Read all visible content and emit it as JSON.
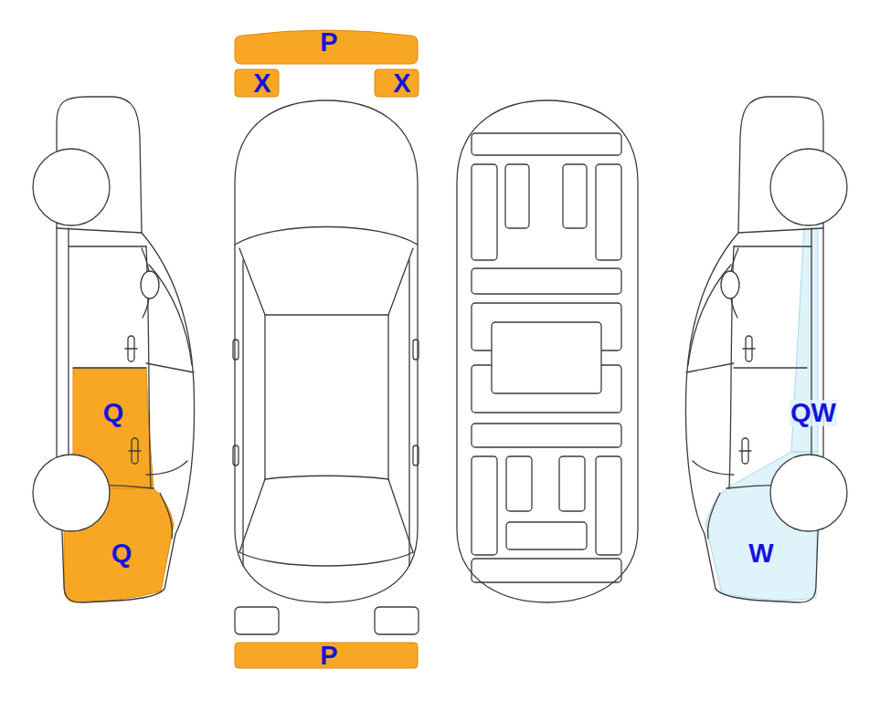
{
  "diagram": {
    "nodes": [
      {
        "text": [
          "P"
        ]
      },
      {
        "text": [
          "X"
        ]
      },
      {
        "text": [
          "X"
        ]
      },
      {
        "text": [
          "Q"
        ]
      },
      {
        "text": [
          "Q"
        ]
      },
      {
        "text": [
          "QW"
        ]
      },
      {
        "text": [
          "W"
        ]
      },
      {
        "text": [
          "P"
        ]
      }
    ]
  }
}
